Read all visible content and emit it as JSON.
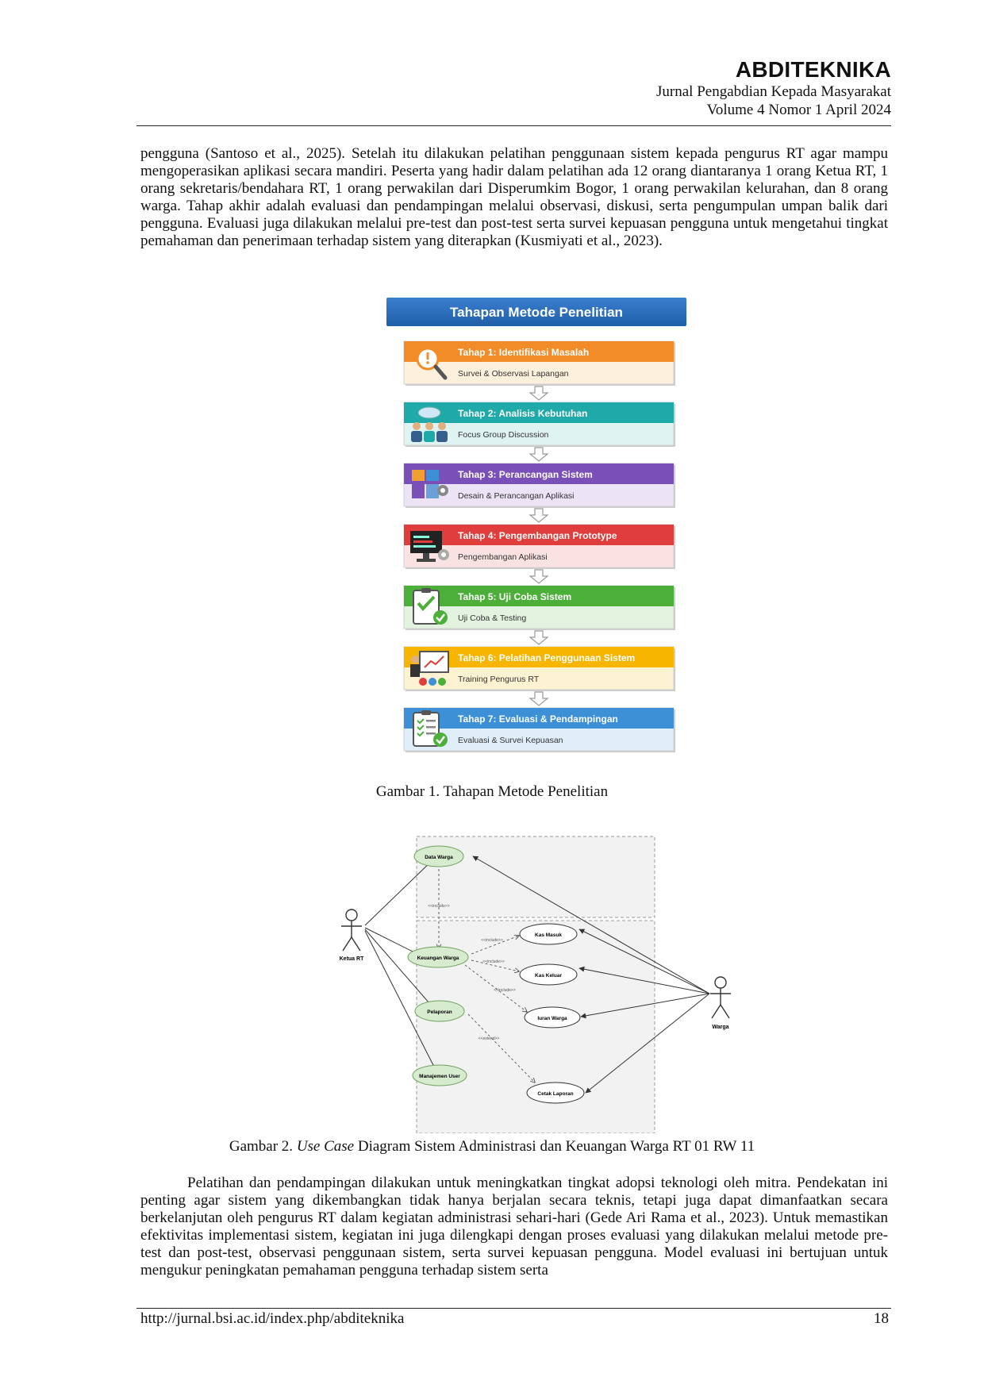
{
  "header": {
    "journal_name": "ABDITEKNIKA",
    "subtitle": "Jurnal Pengabdian Kepada Masyarakat",
    "volume": "Volume 4 Nomor 1 April 2024"
  },
  "paragraph1": "pengguna (Santoso et al., 2025). Setelah itu dilakukan pelatihan penggunaan sistem kepada pengurus RT agar mampu mengoperasikan aplikasi secara mandiri. Peserta yang hadir dalam pelatihan ada 12 orang diantaranya 1 orang Ketua RT, 1 orang sekretaris/bendahara RT, 1 orang perwakilan dari Disperumkim Bogor, 1 orang perwakilan kelurahan, dan 8 orang warga. Tahap akhir adalah evaluasi dan pendampingan melalui observasi, diskusi, serta pengumpulan umpan balik dari pengguna. Evaluasi juga dilakukan melalui pre-test dan post-test serta survei kepuasan pengguna untuk mengetahui tingkat pemahaman dan penerimaan terhadap sistem yang diterapkan (Kusmiyati et al., 2023).",
  "figure1": {
    "title": "Tahapan Metode Penelitian",
    "steps": [
      {
        "title": "Tahap 1: Identifikasi Masalah",
        "subtitle": "Survei & Observasi Lapangan",
        "color": "#f28c28",
        "light": "#fdf0dc",
        "icon": "magnifier-warning-icon"
      },
      {
        "title": "Tahap 2: Analisis Kebutuhan",
        "subtitle": "Focus Group Discussion",
        "color": "#1fa9a9",
        "light": "#dff3f3",
        "icon": "discussion-group-icon"
      },
      {
        "title": "Tahap 3: Perancangan Sistem",
        "subtitle": "Desain & Perancangan Aplikasi",
        "color": "#7b4fb8",
        "light": "#ece3f6",
        "icon": "design-blocks-icon"
      },
      {
        "title": "Tahap 4: Pengembangan Prototype",
        "subtitle": "Pengembangan Aplikasi",
        "color": "#e03d3d",
        "light": "#fbe2e2",
        "icon": "monitor-code-icon"
      },
      {
        "title": "Tahap 5: Uji Coba Sistem",
        "subtitle": "Uji Coba & Testing",
        "color": "#4caf3a",
        "light": "#e4f3df",
        "icon": "checklist-icon"
      },
      {
        "title": "Tahap 6: Pelatihan Penggunaan Sistem",
        "subtitle": "Training Pengurus RT",
        "color": "#f7b500",
        "light": "#fdf2d2",
        "icon": "presentation-board-icon"
      },
      {
        "title": "Tahap 7: Evaluasi & Pendampingan",
        "subtitle": "Evaluasi & Survei Kepuasan",
        "color": "#3d8fd6",
        "light": "#e0eefa",
        "icon": "evaluation-clipboard-icon"
      }
    ],
    "caption": "Gambar 1. Tahapan Metode Penelitian"
  },
  "figure2": {
    "actors": {
      "left": "Ketua RT",
      "right": "Warga"
    },
    "usecases": {
      "data_warga": "Data Warga",
      "keuangan_warga": "Keuangan Warga",
      "pelaporan": "Pelaporan",
      "manajemen_user": "Manajemen User",
      "kas_masuk": "Kas Masuk",
      "kas_keluar": "Kas Keluar",
      "iuran_warga": "Iuran Warga",
      "cetak_laporan": "Cetak Laporan"
    },
    "relations": {
      "include": "<<include>>",
      "extend": "<<extend>>"
    },
    "caption_prefix": "Gambar 2. ",
    "caption_italic": "Use Case",
    "caption_rest": " Diagram Sistem Administrasi dan Keuangan Warga RT 01 RW 11"
  },
  "paragraph2": "Pelatihan dan pendampingan dilakukan untuk meningkatkan tingkat adopsi teknologi oleh mitra. Pendekatan ini penting agar sistem yang dikembangkan tidak hanya berjalan secara teknis, tetapi juga dapat dimanfaatkan secara berkelanjutan oleh pengurus RT dalam kegiatan administrasi sehari-hari (Gede Ari Rama et al., 2023). Untuk memastikan efektivitas implementasi sistem, kegiatan ini juga dilengkapi dengan proses evaluasi yang dilakukan melalui metode pre-test dan post-test, observasi penggunaan sistem, serta survei kepuasan pengguna. Model evaluasi ini bertujuan untuk mengukur peningkatan pemahaman pengguna terhadap sistem serta",
  "footer": {
    "url": "http://jurnal.bsi.ac.id/index.php/abditeknika",
    "page": "18"
  }
}
